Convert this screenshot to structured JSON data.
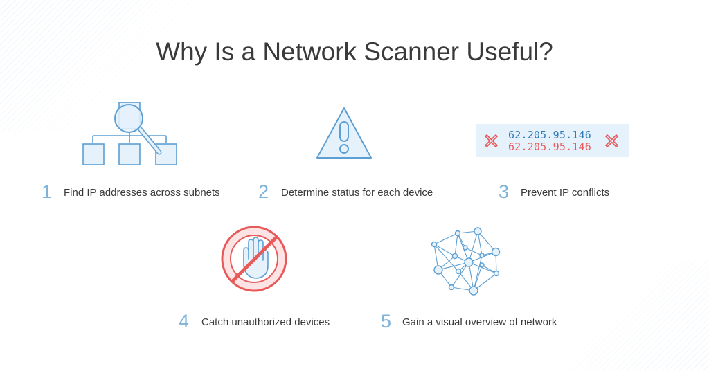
{
  "title": "Why Is a Network Scanner Useful?",
  "colors": {
    "number": "#7fb3da",
    "icon_stroke": "#5d9fd3",
    "icon_fill": "#e5f1fb",
    "danger": "#e85a5a",
    "ip_blue": "#2f79b8",
    "ip_red": "#e85a5a",
    "text": "#3a3a3a"
  },
  "icons": {
    "subnet": "subnet-magnifier-icon",
    "warning": "warning-triangle-icon",
    "conflict": "ip-conflict-icon",
    "blocked": "blocked-hand-icon",
    "network": "network-graph-icon"
  },
  "ip_conflict": {
    "ip_a": "62.205.95.146",
    "ip_b": "62.205.95.146"
  },
  "items": [
    {
      "number": "1",
      "label": "Find IP addresses across subnets"
    },
    {
      "number": "2",
      "label": "Determine status for each device"
    },
    {
      "number": "3",
      "label": "Prevent IP conflicts"
    },
    {
      "number": "4",
      "label": "Catch unauthorized devices"
    },
    {
      "number": "5",
      "label": "Gain a visual overview of network"
    }
  ]
}
